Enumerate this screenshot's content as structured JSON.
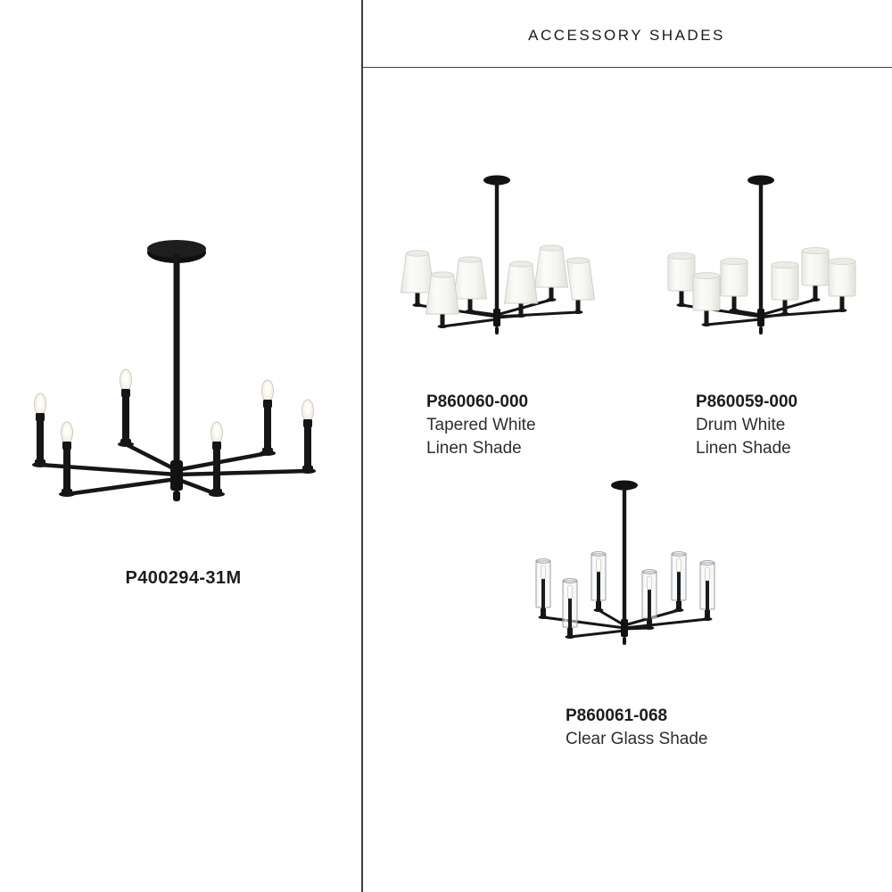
{
  "header": {
    "title": "ACCESSORY SHADES"
  },
  "main_product": {
    "code": "P400294-31M"
  },
  "accessories": [
    {
      "code": "P860060-000",
      "line1": "Tapered White",
      "line2": "Linen Shade"
    },
    {
      "code": "P860059-000",
      "line1": "Drum White",
      "line2": "Linen Shade"
    },
    {
      "code": "P860061-068",
      "line1": "Clear Glass Shade"
    }
  ],
  "colors": {
    "background": "#ffffff",
    "divider": "#3f3f3f",
    "text_primary": "#1c1c1c",
    "fixture_black": "#141414",
    "shade_white": "#f7f7f4"
  }
}
